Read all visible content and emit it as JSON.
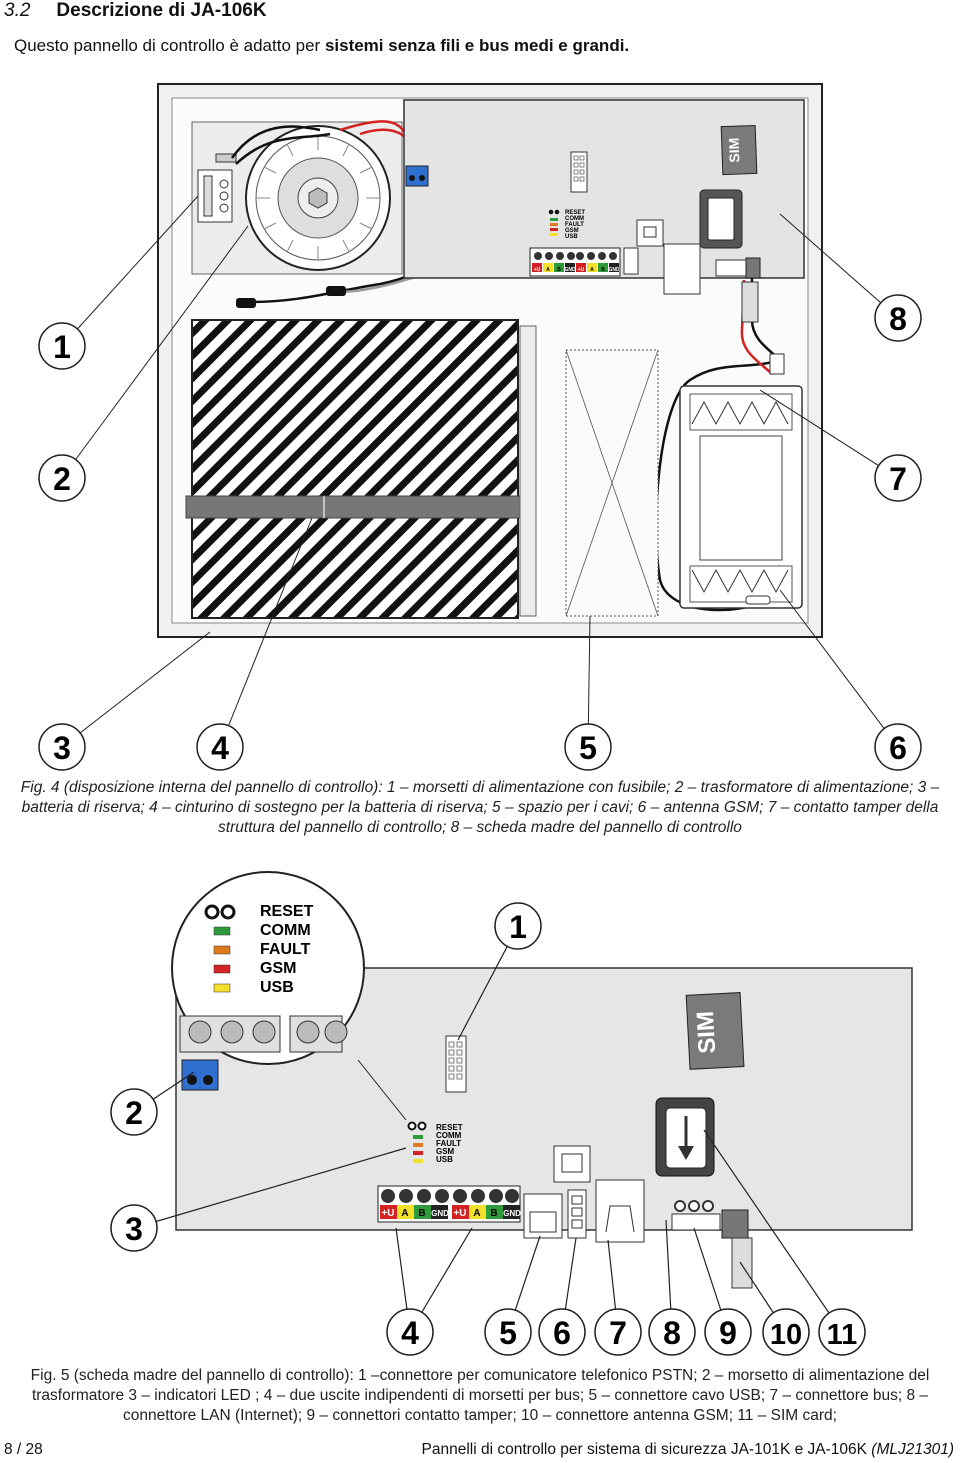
{
  "heading": {
    "number": "3.2",
    "title": "Descrizione di JA-106K"
  },
  "intro": {
    "text": "Questo pannello di controllo è adatto per ",
    "bold": "sistemi senza fili e bus medi e grandi."
  },
  "fig4": {
    "callouts": [
      "1",
      "2",
      "3",
      "4",
      "5",
      "6",
      "7",
      "8"
    ],
    "board_text": {
      "sim": "SIM",
      "leds": [
        "RESET",
        "COMM",
        "FAULT",
        "GSM",
        "USB"
      ],
      "terminals": [
        "+U",
        "A",
        "B",
        "GND",
        "+U",
        "A",
        "B",
        "GND"
      ]
    },
    "caption": "Fig. 4 (disposizione interna del pannello di controllo):  1 – morsetti di alimentazione con fusibile; 2 – trasformatore di alimentazione; 3 – batteria di riserva;  4 – cinturino di sostegno per la batteria di riserva; 5 – spazio per i cavi; 6 – antenna GSM; 7 – contatto tamper della struttura del pannello di controllo; 8 – scheda madre del pannello di controllo"
  },
  "fig5": {
    "callouts": [
      "1",
      "2",
      "3",
      "4",
      "5",
      "6",
      "7",
      "8",
      "9",
      "10",
      "11"
    ],
    "zoom_leds": [
      "RESET",
      "COMM",
      "FAULT",
      "GSM",
      "USB"
    ],
    "board_leds": [
      "RESET",
      "COMM",
      "FAULT",
      "GSM",
      "USB"
    ],
    "sim": "SIM",
    "terminals": [
      "+U",
      "A",
      "B",
      "GND",
      "+U",
      "A",
      "B",
      "GND"
    ],
    "caption": "Fig. 5 (scheda madre del pannello di controllo):  1 –connettore per comunicatore telefonico PSTN; 2 – morsetto di alimentazione del trasformatore 3 – indicatori LED ; 4 – due uscite  indipendenti di morsetti per bus; 5 – connettore cavo USB; 7 – connettore bus; 8 – connettore LAN (Internet); 9 – connettori contatto tamper; 10 – connettore antenna GSM; 11 – SIM card;"
  },
  "footer": {
    "page": "8 / 28",
    "title": "Pannelli di controllo per sistema di sicurezza JA-101K e JA-106K ",
    "code": "(MLJ21301)"
  },
  "colors": {
    "led_green": "#2e9a3a",
    "led_orange": "#e07a1e",
    "led_red": "#d42222",
    "led_yellow": "#f2e02a",
    "term_red": "#d42222",
    "term_yellow": "#f2e02a",
    "term_green": "#2e9a3a",
    "blue_terminal": "#2f6fd0"
  }
}
